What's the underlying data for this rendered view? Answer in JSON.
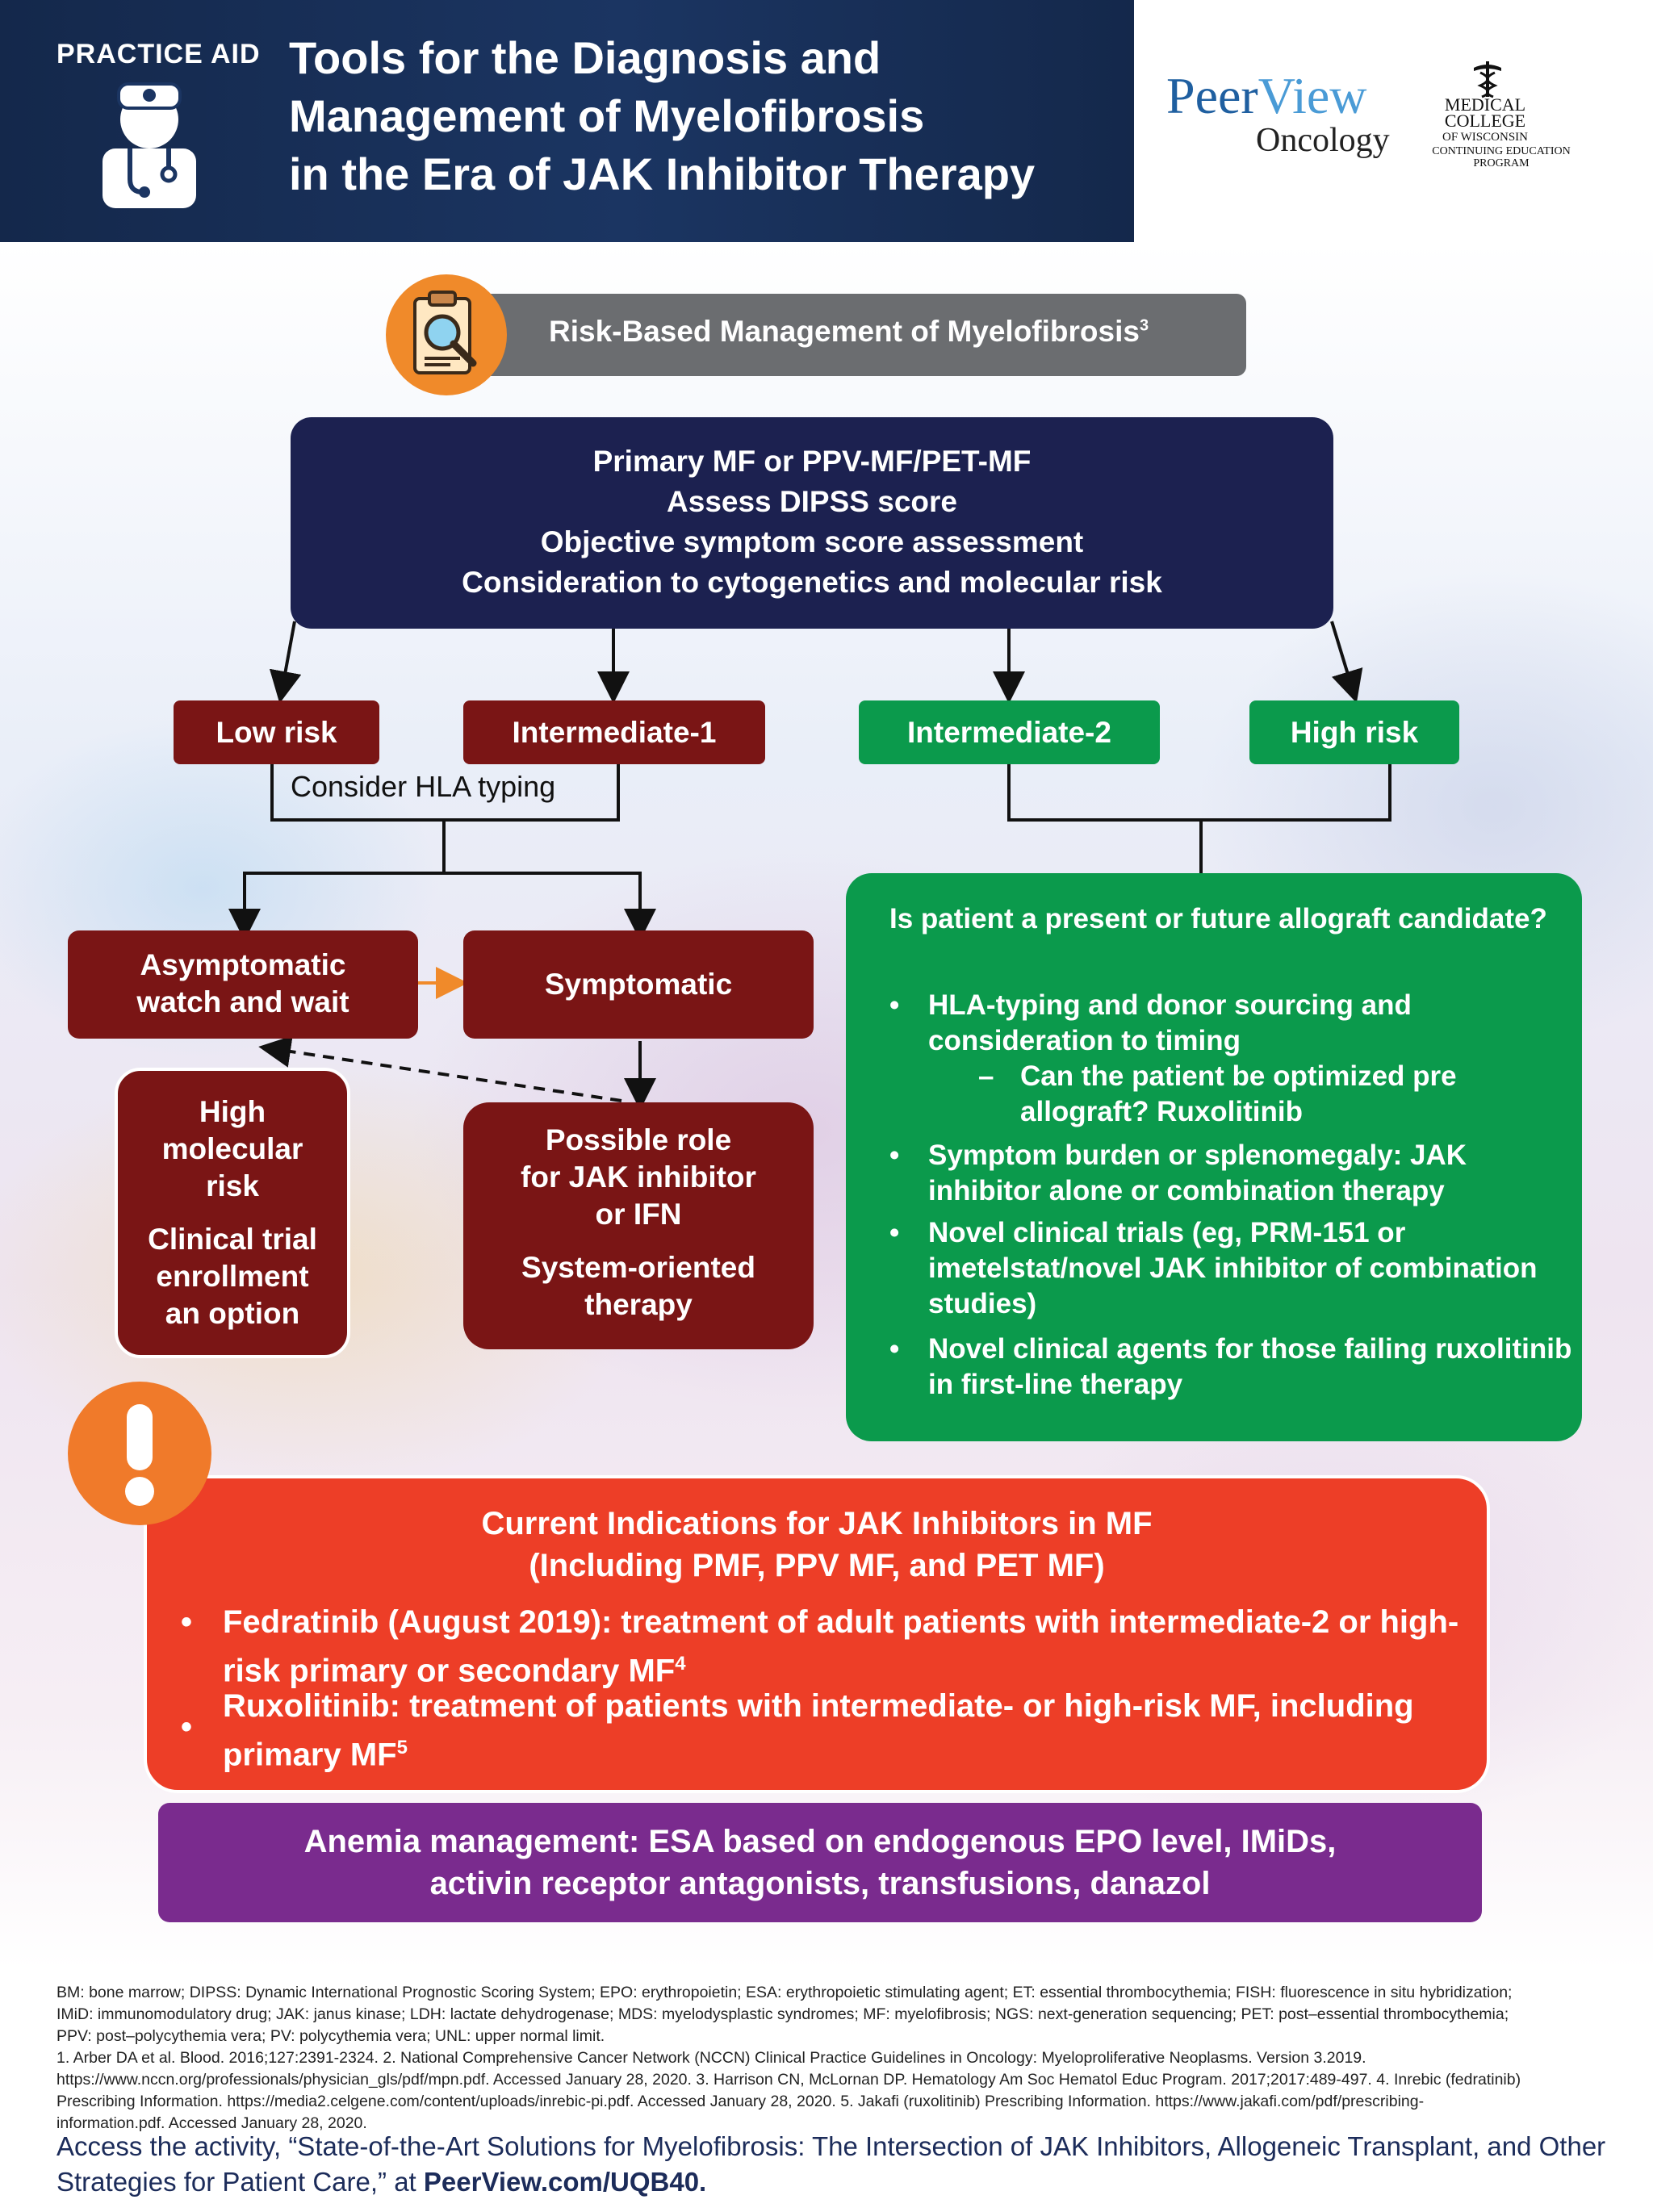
{
  "header": {
    "practice_aid": "PRACTICE AID",
    "title_lines": [
      "Tools for the Diagnosis and",
      "Management of Myelofibrosis",
      "in the Era of JAK Inhibitor Therapy"
    ],
    "logo_peer": "Peer",
    "logo_view": "View",
    "logo_oncology": "Oncology",
    "mcw_lines": [
      "MEDICAL",
      "COLLEGE",
      "OF WISCONSIN"
    ],
    "mcw_program": [
      "CONTINUING EDUCATION",
      "PROGRAM"
    ]
  },
  "section": {
    "title": "Risk-Based Management of Myelofibrosis",
    "title_ref": "3",
    "icon": "clipboard-magnifier-icon"
  },
  "assess": {
    "lines": [
      "Primary MF or PPV-MF/PET-MF",
      "Assess DIPSS score",
      "Objective symptom score assessment",
      "Consideration to cytogenetics and molecular risk"
    ]
  },
  "risk_levels": {
    "low": "Low risk",
    "int1": "Intermediate-1",
    "int2": "Intermediate-2",
    "high": "High risk"
  },
  "hla_typing": "Consider HLA typing",
  "lower_path": {
    "asymptomatic": [
      "Asymptomatic",
      "watch and wait"
    ],
    "symptomatic": "Symptomatic",
    "high_molecular": [
      "High",
      "molecular",
      "risk"
    ],
    "clinical_trial": [
      "Clinical trial",
      "enrollment",
      "an option"
    ],
    "jak_role": [
      "Possible role",
      "for JAK inhibitor",
      "or IFN"
    ],
    "system_therapy": [
      "System-oriented",
      "therapy"
    ]
  },
  "allograft": {
    "question": "Is patient a present or future allograft candidate?",
    "bullets": [
      "HLA-typing and donor sourcing and consideration to timing",
      "Symptom burden or splenomegaly: JAK inhibitor alone or combination therapy",
      "Novel clinical trials (eg, PRM-151 or imetelstat/novel JAK inhibitor of combination studies)",
      "Novel clinical agents for those failing ruxolitinib in first-line therapy"
    ],
    "sub_dash": "–",
    "sub_bullet": "Can the patient be optimized pre allograft? Ruxolitinib",
    "bullet_glyph": "•"
  },
  "indications": {
    "heading_lines": [
      "Current Indications for JAK Inhibitors in MF",
      "(Including PMF, PPV MF, and PET MF)"
    ],
    "item1": "Fedratinib (August 2019): treatment of adult patients with intermediate-2 or high-risk primary or secondary MF",
    "item1_ref": "4",
    "item2": "Ruxolitinib: treatment of patients with intermediate- or high-risk MF, including primary MF",
    "item2_ref": "5",
    "bullet_glyph": "•"
  },
  "anemia": {
    "lines": [
      "Anemia management: ESA based on endogenous EPO level, IMiDs,",
      "activin receptor antagonists, transfusions, danazol"
    ]
  },
  "footnotes": [
    "BM: bone marrow; DIPSS: Dynamic International Prognostic Scoring System; EPO: erythropoietin; ESA: erythropoietic stimulating agent; ET: essential thrombocythemia; FISH: fluorescence in situ hybridization;",
    "IMiD: immunomodulatory drug; JAK: janus kinase; LDH:  lactate dehydrogenase; MDS: myelodysplastic syndromes; MF: myelofibrosis; NGS: next-generation sequencing; PET: post–essential thrombocythemia;",
    "PPV: post–polycythemia vera; PV: polycythemia vera; UNL: upper normal limit.",
    "1. Arber DA et al. Blood. 2016;127:2391-2324. 2. National Comprehensive Cancer Network (NCCN) Clinical Practice Guidelines in Oncology: Myeloproliferative Neoplasms. Version 3.2019.",
    "https://www.nccn.org/professionals/physician_gls/pdf/mpn.pdf. Accessed January 28, 2020. 3. Harrison CN, McLornan DP. Hematology Am Soc Hematol Educ Program. 2017;2017:489-497. 4. Inrebic (fedratinib)",
    "Prescribing Information. https://media2.celgene.com/content/uploads/inrebic-pi.pdf. Accessed January 28, 2020. 5. Jakafi (ruxolitinib) Prescribing Information. https://www.jakafi.com/pdf/prescribing-",
    "information.pdf. Accessed January 28, 2020."
  ],
  "access": {
    "line1": "Access the activity, “State-of-the-Art Solutions for Myelofibrosis: The Intersection of JAK Inhibitors, Allogeneic Transplant, and Other",
    "line2_prefix": "Strategies for Patient Care,” at ",
    "link": "PeerView.com/UQB40."
  },
  "colors": {
    "navy": "#1c2150",
    "dark_red": "#7a1515",
    "green": "#0b9a4c",
    "orange_red": "#ed3e27",
    "purple": "#7a2b8e",
    "orange": "#f08a2a"
  }
}
